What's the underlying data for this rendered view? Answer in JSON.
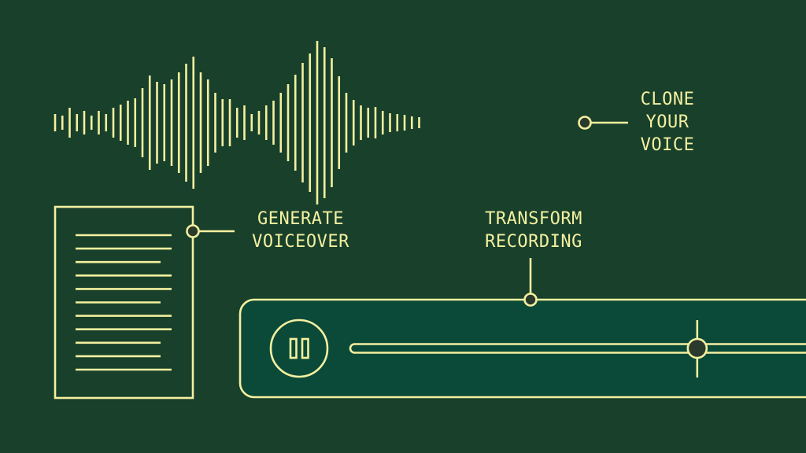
{
  "labels": {
    "clone": [
      "CLONE",
      "YOUR",
      "VOICE"
    ],
    "generate": [
      "GENERATE",
      "VOICEOVER"
    ],
    "transform": [
      "TRANSFORM",
      "RECORDING"
    ]
  },
  "colors": {
    "background": "#18402b",
    "line": "#f4f0a0",
    "player_fill": "#0b4a38",
    "knob_fill": "#2a3a2c"
  },
  "icons": {
    "pause": "pause-icon",
    "document": "document-icon",
    "waveform": "waveform-icon"
  },
  "player": {
    "progress": 0.76
  }
}
